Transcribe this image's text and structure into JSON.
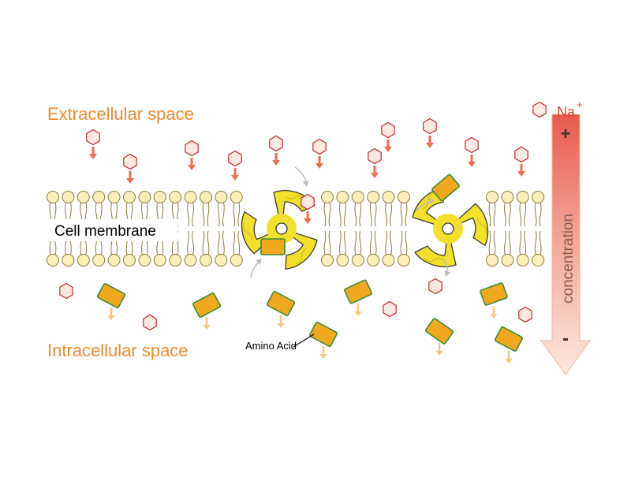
{
  "labels": {
    "extracellular": "Extracellular space",
    "intracellular": "Intracellular space",
    "membrane": "Cell membrane",
    "amino_acid": "Amino Acid",
    "ion": "Na",
    "ion_charge": "+",
    "gradient": "concentration",
    "gradient_high": "+",
    "gradient_low": "-"
  },
  "colors": {
    "region_text": "#ef8a2e",
    "ion_outline": "#c8282d",
    "ion_fill": "#fde9e2",
    "ion_arrow": "#ec6e4f",
    "amino_fill": "#f0a91e",
    "amino_outline": "#3b8a3a",
    "amino_arrow": "#f7c67a",
    "protein_fill": "#f2e02a",
    "lipid_head_fill": "#fbefb9",
    "lipid_outline": "#8a7a40",
    "gradient_top": "#e85a4f",
    "gradient_bottom": "#fde8de",
    "gradient_sign": "#3a2e2e"
  },
  "icons": {
    "ion": "sodium-ion-hexagon-icon",
    "amino": "amino-acid-rectangle-icon",
    "transporter": "symporter-protein-icon"
  }
}
